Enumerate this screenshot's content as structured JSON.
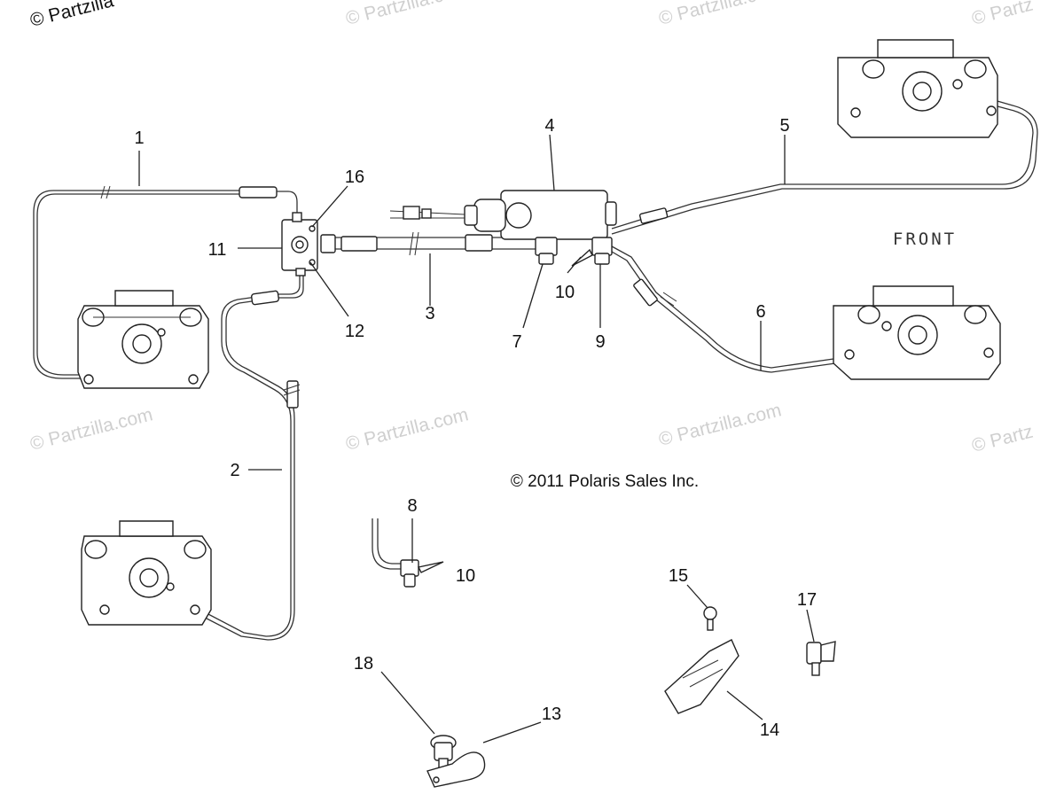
{
  "watermark": {
    "primary": "© Partzilla",
    "repeat": "© Partzilla.com",
    "partial": "© Partz"
  },
  "copyright": "© 2011 Polaris Sales Inc.",
  "direction_label": "FRONT",
  "callouts": [
    {
      "id": "1",
      "text": "1"
    },
    {
      "id": "2",
      "text": "2"
    },
    {
      "id": "3",
      "text": "3"
    },
    {
      "id": "4",
      "text": "4"
    },
    {
      "id": "5",
      "text": "5"
    },
    {
      "id": "6",
      "text": "6"
    },
    {
      "id": "7",
      "text": "7"
    },
    {
      "id": "8",
      "text": "8"
    },
    {
      "id": "9",
      "text": "9"
    },
    {
      "id": "10a",
      "text": "10"
    },
    {
      "id": "10b",
      "text": "10"
    },
    {
      "id": "11",
      "text": "11"
    },
    {
      "id": "12",
      "text": "12"
    },
    {
      "id": "13",
      "text": "13"
    },
    {
      "id": "14",
      "text": "14"
    },
    {
      "id": "15",
      "text": "15"
    },
    {
      "id": "16",
      "text": "16"
    },
    {
      "id": "17",
      "text": "17"
    },
    {
      "id": "18",
      "text": "18"
    }
  ],
  "colors": {
    "line": "#222222",
    "watermark": "#cfcfcf",
    "background": "#ffffff"
  }
}
